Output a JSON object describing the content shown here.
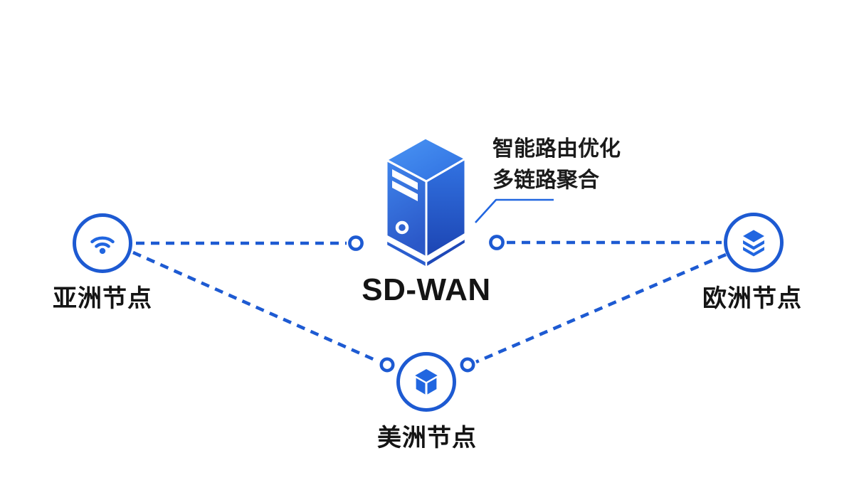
{
  "diagram": {
    "type": "sd-wan-network-topology",
    "background": "#ffffff",
    "colors": {
      "link_blue": "#1d5ad2",
      "icon_blue": "#2166e0",
      "text_dark": "#141414",
      "server_top": "#4690f2",
      "server_front": "#3f85ec",
      "server_front_dark": "#2b58c8",
      "server_side": "#3273e2",
      "server_side_dark": "#1c44b2"
    },
    "center": {
      "title": "SD-WAN",
      "icon": "server-icon",
      "annotation_line1": "智能路由优化",
      "annotation_line2": "多链路聚合"
    },
    "nodes": [
      {
        "id": "asia",
        "label": "亚洲节点",
        "icon": "wifi-icon",
        "position": "left"
      },
      {
        "id": "europe",
        "label": "欧洲节点",
        "icon": "layers-icon",
        "position": "right"
      },
      {
        "id": "americas",
        "label": "美洲节点",
        "icon": "cube-icon",
        "position": "bottom"
      }
    ],
    "links": [
      {
        "from": "asia",
        "to": "sd-wan-center",
        "style": "dashed"
      },
      {
        "from": "sd-wan-center",
        "to": "europe",
        "style": "dashed"
      },
      {
        "from": "asia",
        "to": "americas",
        "style": "dashed"
      },
      {
        "from": "europe",
        "to": "americas",
        "style": "dashed"
      }
    ]
  }
}
